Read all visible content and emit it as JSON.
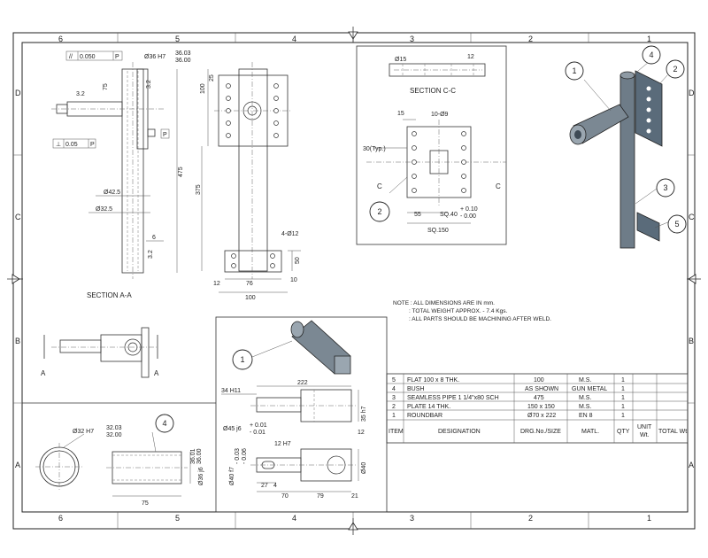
{
  "zones": {
    "cols": [
      "6",
      "5",
      "4",
      "3",
      "2",
      "1"
    ],
    "rows": [
      "D",
      "C",
      "B",
      "A"
    ]
  },
  "section_aa": {
    "title": "SECTION A-A",
    "dims": {
      "bore": "Ø36 H7",
      "bore_tol_upper": "36.03",
      "bore_tol_lower": "36.00",
      "parallel": "//",
      "parallel_tol": "0.050",
      "datum_p": "P",
      "perp": "⊥",
      "perp_tol": "0.05",
      "len_75": "75",
      "rough1": "3.2",
      "rough2": "3.2",
      "rough3": "3.2",
      "dia_42": "Ø42.5",
      "dia_32": "Ø32.5",
      "len_475": "475",
      "len_6": "6",
      "datum_label": "P"
    }
  },
  "side_view": {
    "dims": {
      "d100": "100",
      "d25": "25",
      "d375": "375",
      "d12": "12",
      "d76": "76",
      "d100b": "100",
      "holes": "4-Ø12",
      "d10": "10",
      "d50": "50"
    }
  },
  "section_cc": {
    "title": "SECTION C-C",
    "dims": {
      "dia15": "Ø15",
      "d12": "12",
      "d15": "15",
      "holes": "10-Ø9",
      "typ": "30(Typ.)",
      "d55": "55",
      "sq40": "SQ.40",
      "sq40_upper": "+ 0.10",
      "sq40_lower": "- 0.00",
      "sq150": "SQ.150",
      "cut_left": "C",
      "cut_right": "C"
    },
    "balloon": "2"
  },
  "iso_view": {
    "balloons": [
      "1",
      "4",
      "2",
      "3",
      "5"
    ]
  },
  "notes": {
    "line1": "NOTE : ALL DIMENSIONS ARE IN mm.",
    "line2": ": TOTAL WEIGHT APPROX. - 7.4 Kgs.",
    "line3": ": ALL PARTS SHOULD BE MACHINING AFTER WELD."
  },
  "roundbar_view": {
    "balloon": "1",
    "dims": {
      "d222": "222",
      "d34": "34 H11",
      "d35": "35 h7",
      "d12": "12",
      "d45": "Ø45 j6",
      "d45_upper": "+ 0.01",
      "d45_lower": "- 0.01",
      "d12h7": "12 H7",
      "d40": "Ø40 f7",
      "d40_upper": "- 0.03",
      "d40_lower": "- 0.06",
      "d27": "27",
      "d4": "4",
      "d70": "70",
      "d79": "79",
      "d21": "21",
      "d40b": "Ø40"
    }
  },
  "bush_view": {
    "balloon": "4",
    "dims": {
      "bore": "Ø32 H7",
      "bore_upper": "32.03",
      "bore_lower": "32.00",
      "outer": "Ø36 j6",
      "outer_upper": "36.01",
      "outer_lower": "36.00",
      "len": "75"
    }
  },
  "side_b_view": {
    "cut_left": "A",
    "cut_right": "A"
  },
  "bom": {
    "header": {
      "item": "ITEM",
      "designation": "DESIGNATION",
      "drg": "DRG.No./SIZE",
      "matl": "MATL.",
      "qty": "QTY",
      "unit": "UNIT",
      "unit2": "Wt.",
      "total": "TOTAL Wt."
    },
    "rows": [
      {
        "item": "5",
        "designation": "FLAT 100 x 8 THK.",
        "drg": "100",
        "matl": "M.S.",
        "qty": "1"
      },
      {
        "item": "4",
        "designation": "BUSH",
        "drg": "AS SHOWN",
        "matl": "GUN METAL",
        "qty": "1"
      },
      {
        "item": "3",
        "designation": "SEAMLESS PIPE 1 1/4\"x80 SCH",
        "drg": "475",
        "matl": "M.S.",
        "qty": "1"
      },
      {
        "item": "2",
        "designation": "PLATE 14 THK.",
        "drg": "150 x 150",
        "matl": "M.S.",
        "qty": "1"
      },
      {
        "item": "1",
        "designation": "ROUNDBAR",
        "drg": "Ø70 x 222",
        "matl": "EN 8",
        "qty": "1"
      }
    ]
  }
}
